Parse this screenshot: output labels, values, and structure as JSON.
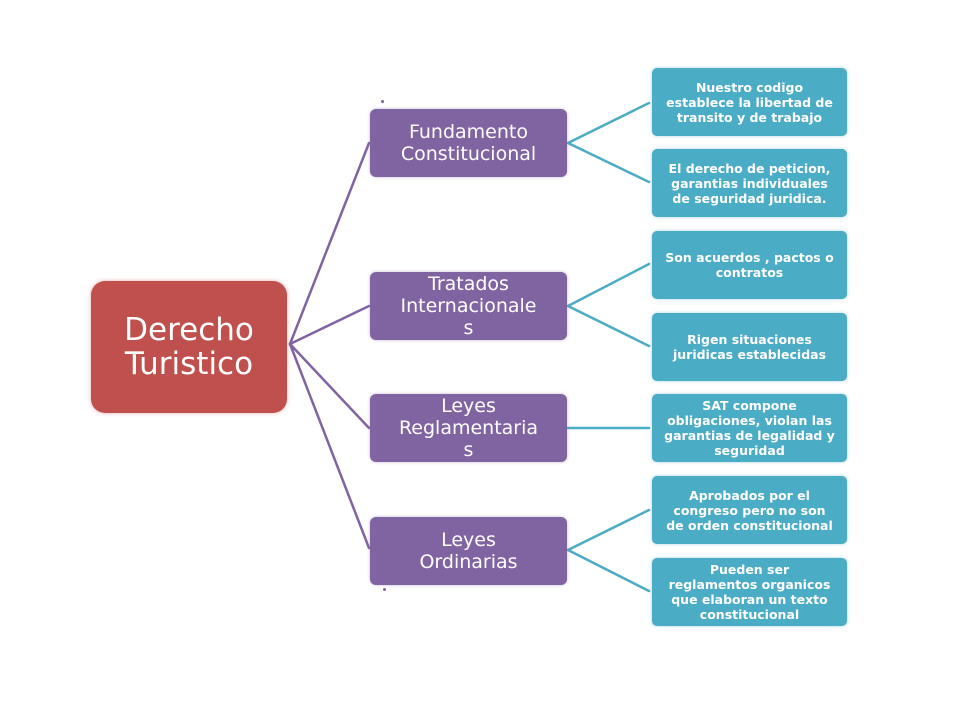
{
  "colors": {
    "root": "#c0504d",
    "category": "#8064a2",
    "leaf": "#4bacc6",
    "root_connector": "#8064a2",
    "leaf_connector": "#4bacc6"
  },
  "root": {
    "label": "Derecho\nTuristico"
  },
  "categories": [
    {
      "label": "Fundamento\nConstitucional",
      "items": [
        "Nuestro codigo\nestablece la libertad de\ntransito y de trabajo",
        "El derecho de peticion,\ngarantias individuales\nde seguridad juridica."
      ]
    },
    {
      "label": "Tratados\nInternacionale\ns",
      "items": [
        "Son acuerdos , pactos o\ncontratos",
        "Rigen situaciones\njuridicas establecidas"
      ]
    },
    {
      "label": "Leyes\nReglamentaria\ns",
      "items": [
        "SAT compone\nobligaciones, violan las\ngarantias de legalidad y\nseguridad"
      ]
    },
    {
      "label": "Leyes\nOrdinarias",
      "items": [
        "Aprobados por el\ncongreso pero no son\nde orden constitucional",
        "Pueden ser\nreglamentos organicos\nque elaboran un texto\nconstitucional"
      ]
    }
  ]
}
